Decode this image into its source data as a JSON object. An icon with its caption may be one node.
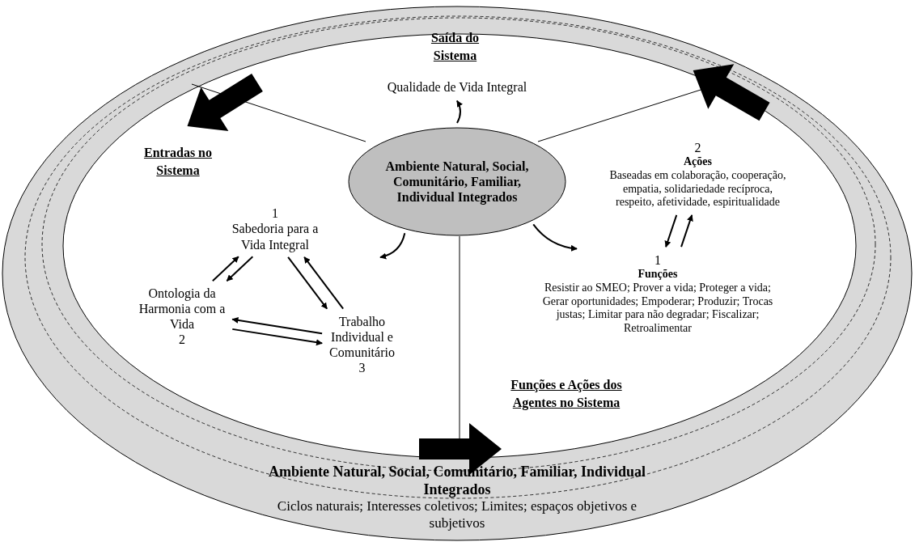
{
  "diagram": {
    "nodes": [
      {
        "text": [
          "Ambiente Natural, Social, Comunitário, Familiar, Individual Integrados",
          "Ciclos naturais; Interesses coletivos; Limites; espaços objetivos e subjetivos"
        ]
      },
      {
        "text": [
          "Ambiente Natural, Social, Comunitário, Familiar, Individual Integrados"
        ],
        "in": 0
      },
      {
        "text": [
          "Qualidade de Vida Integral"
        ],
        "in": 0
      },
      {
        "text": [
          "1",
          "Sabedoria para a Vida Integral"
        ],
        "in": 0
      },
      {
        "text": [
          "Ontologia da Harmonia com a Vida",
          "2"
        ],
        "in": 0
      },
      {
        "text": [
          "Trabalho Individual e Comunitário",
          "3"
        ],
        "in": 0
      },
      {
        "text": [
          "2",
          "Ações",
          "Baseadas em colaboração, cooperação, empatia, solidariedade recíproca, respeito, afetividade, espiritualidade"
        ],
        "in": 0
      },
      {
        "text": [
          "1",
          "Funções",
          "Resistir ao SMEO; Prover a vida; Proteger a vida; Gerar oportunidades; Empoderar; Produzir; Trocas justas; Limitar para não degradar; Fiscalizar; Retroalimentar"
        ],
        "in": 0
      }
    ],
    "edges": [
      {
        "from": 1,
        "to": 2,
        "arrow": "to"
      },
      {
        "from": 1,
        "to": null,
        "arrow": "to"
      },
      {
        "from": 1,
        "to": 7,
        "arrow": "to"
      },
      {
        "from": 4,
        "to": 3,
        "arrow": "to"
      },
      {
        "from": 3,
        "to": 4,
        "arrow": "to"
      },
      {
        "from": 5,
        "to": 3,
        "arrow": "to"
      },
      {
        "from": 3,
        "to": 5,
        "arrow": "to"
      },
      {
        "from": 4,
        "to": 5,
        "arrow": "to"
      },
      {
        "from": 5,
        "to": 4,
        "arrow": "to"
      },
      {
        "from": 7,
        "to": 6,
        "arrow": "to"
      },
      {
        "from": 6,
        "to": 7,
        "arrow": "to"
      }
    ],
    "labels": [
      "Saída do Sistema",
      "Entradas no Sistema",
      "Funções e Ações dos Agentes no Sistema"
    ]
  }
}
